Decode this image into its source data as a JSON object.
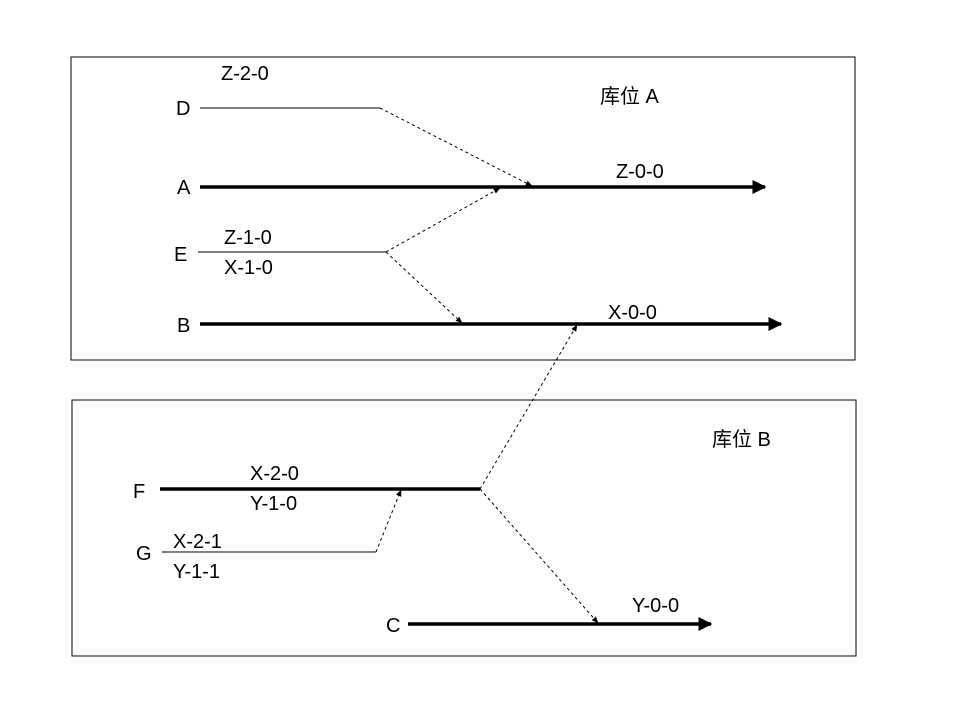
{
  "zones": {
    "a": {
      "title": "库位 A"
    },
    "b": {
      "title": "库位 B"
    }
  },
  "nodes": {
    "d": "D",
    "a": "A",
    "e": "E",
    "b": "B",
    "f": "F",
    "g": "G",
    "c": "C"
  },
  "lines": {
    "d_top": "Z-2-0",
    "a_top": "Z-0-0",
    "e_top": "Z-1-0",
    "e_bottom": "X-1-0",
    "b_top": "X-0-0",
    "f_top": "X-2-0",
    "f_bottom": "Y-1-0",
    "g_top": "X-2-1",
    "g_bottom": "Y-1-1",
    "c_top": "Y-0-0"
  },
  "colors": {
    "ink": "#000000",
    "background": "#ffffff"
  }
}
